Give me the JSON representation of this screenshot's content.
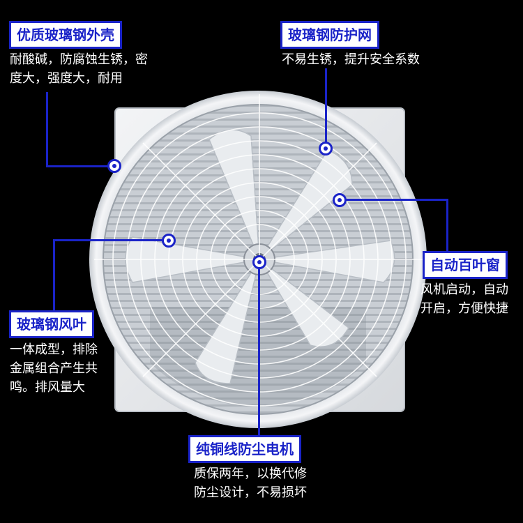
{
  "callouts": {
    "shell": {
      "title": "优质玻璃钢外壳",
      "desc_line1": "耐酸碱，防腐蚀生锈，密",
      "desc_line2": "度大，强度大，耐用"
    },
    "guard": {
      "title": "玻璃钢防护网",
      "desc_line1": "不易生锈，提升安全系数"
    },
    "louver": {
      "title": "自动百叶窗",
      "desc_line1": "风机启动，自动",
      "desc_line2": "开启，方便快捷"
    },
    "blade": {
      "title": "玻璃钢风叶",
      "desc_line1": "一体成型，排除",
      "desc_line2": "金属组合产生共",
      "desc_line3": "鸣。排风量大"
    },
    "motor": {
      "title": "纯铜线防尘电机",
      "desc_line1": "质保两年，以换代修",
      "desc_line2": "防尘设计，不易损坏"
    }
  },
  "colors": {
    "accent_blue": "#1a23c8",
    "background": "#000000",
    "fan_white": "#eef0f2"
  },
  "icons": {
    "callout_marker": "target-dot-icon"
  }
}
